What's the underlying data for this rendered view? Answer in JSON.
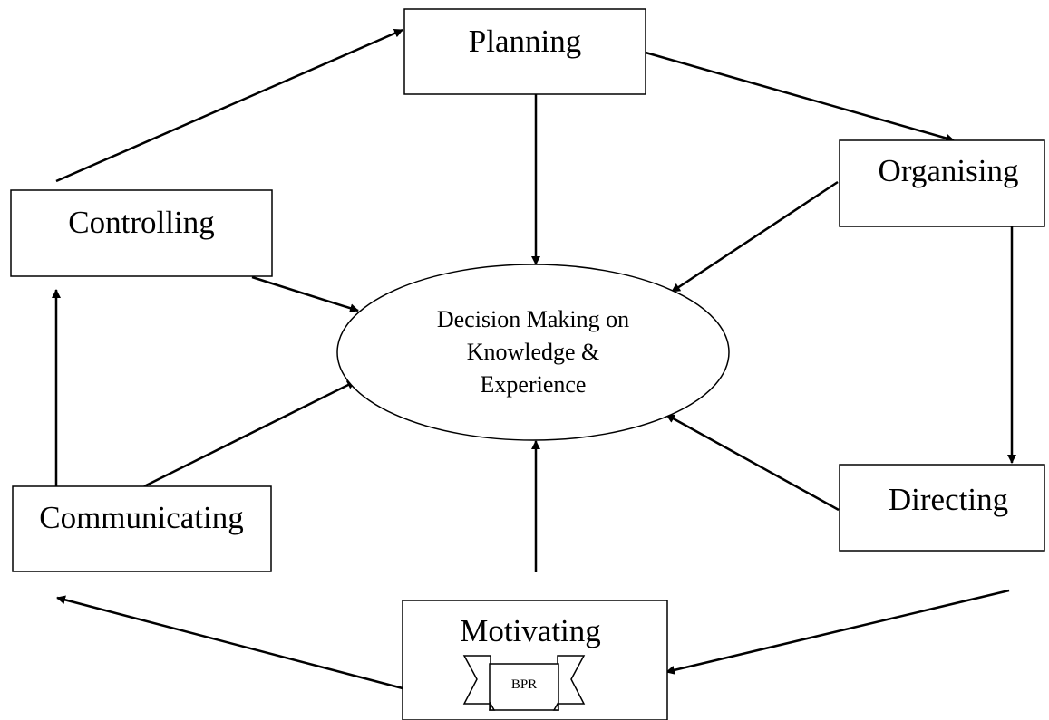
{
  "diagram": {
    "center": {
      "lines": [
        "Decision Making on",
        "Knowledge &",
        "Experience"
      ]
    },
    "nodes": {
      "planning": "Planning",
      "organising": "Organising",
      "directing": "Directing",
      "motivating": "Motivating",
      "communicating": "Communicating",
      "controlling": "Controlling"
    },
    "badge": "BPR"
  }
}
